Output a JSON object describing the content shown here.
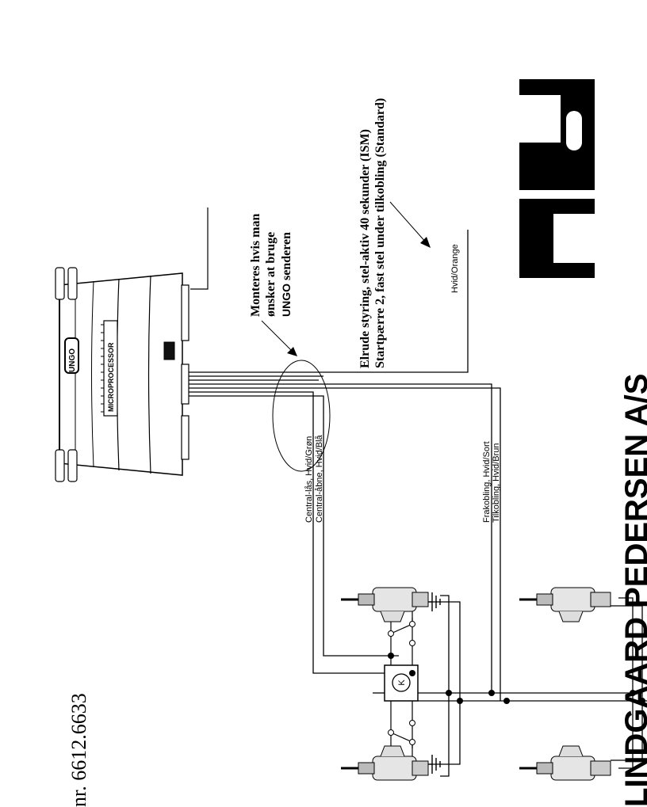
{
  "phone_text": "nr. 6612.6633",
  "unit": {
    "brand": "UNGO",
    "label": "MICROPROCESSOR"
  },
  "note_remote": {
    "line1": "Monteres hvis man",
    "line2": "ønsker at bruge",
    "brand": "UNGO",
    "line3_rest": " senderen"
  },
  "note_window": {
    "line1": "Elrude styring,  stel-aktiv 40 sekunder (ISM)",
    "line2": "Startpærre  2, fast stel under tilkobling (Standard)"
  },
  "wires": {
    "hvid_orange": "Hvid/Orange",
    "central_las": "Central-lås, Hvid/Grøn",
    "central_abne": "Central-åbne, Hvid/Blå",
    "frakobling": "Frakobling, Hvid/Sort",
    "tilkobling": "Tilkobling, Hvid/Brun"
  },
  "relay_symbol": "K",
  "company": {
    "name": "LINDGAARD  PEDERSEN A/S",
    "logo_letters": "LP"
  }
}
